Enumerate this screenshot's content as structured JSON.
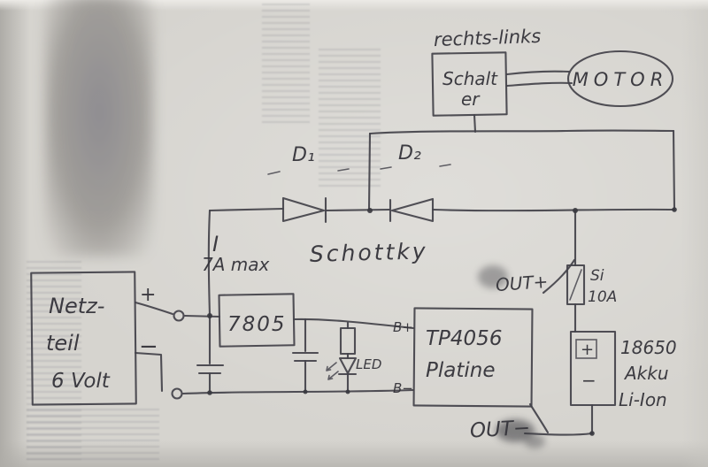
{
  "labels": {
    "direction": "rechts-links",
    "switch1": "Schalt",
    "switch2": "er",
    "motor": "MOTOR",
    "d1": "D₁",
    "d2": "D₂",
    "current_i": "I",
    "current_max": "7A max",
    "diode_type": "Schottky",
    "psu1": "Netz-",
    "psu2": "teil",
    "psu3": "6 Volt",
    "psu_plus": "+",
    "psu_minus": "−",
    "regulator": "7805",
    "led": "LED",
    "b_plus": "B+",
    "b_minus": "B−",
    "charger1": "TP4056",
    "charger2": "Platine",
    "out_plus": "OUT+",
    "out_minus": "OUT−",
    "fuse1": "Si",
    "fuse2": "10A",
    "bat_plus": "+",
    "bat_minus": "−",
    "bat1": "18650",
    "bat2": "Akku",
    "bat3": "Li-Ion"
  },
  "colors": {
    "paper": "#d6d4cf",
    "pencil": "#44434a"
  }
}
